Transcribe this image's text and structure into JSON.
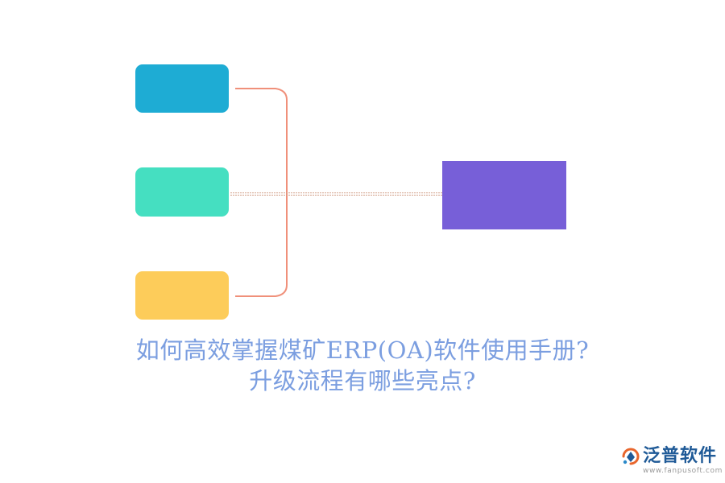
{
  "title": {
    "line1": "如何高效掌握煤矿ERP(OA)软件使用手册?",
    "line2": "升级流程有哪些亮点?",
    "color": "#7b9ee0"
  },
  "nodes": [
    {
      "id": "node-1",
      "label": "",
      "color": "#1eacd4"
    },
    {
      "id": "node-2",
      "label": "",
      "color": "#45dfc1"
    },
    {
      "id": "node-3",
      "label": "",
      "color": "#fdcc5a"
    }
  ],
  "target": {
    "label": "",
    "color": "#775fd8"
  },
  "connector": {
    "bracket_color": "#f0907a",
    "dotted_color": "#d2a08a"
  },
  "logo": {
    "name": "泛普软件",
    "url": "www.fanpusoft.com",
    "name_color": "#1f5a97",
    "mark_icon": "fanpu-logo-icon"
  }
}
